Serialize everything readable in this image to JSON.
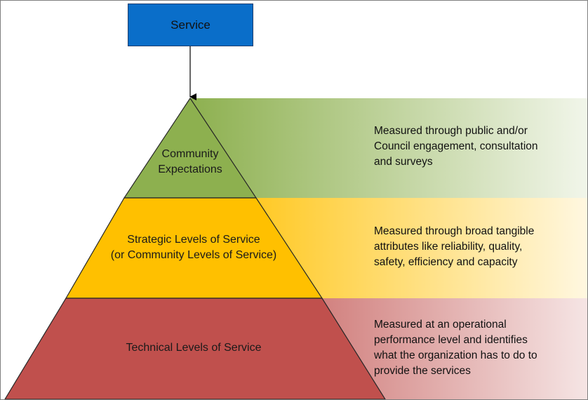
{
  "service": {
    "label": "Service"
  },
  "tiers": [
    {
      "id": "community",
      "label_lines": [
        "Community",
        "Expectations"
      ],
      "description_lines": [
        "Measured through public and/or",
        "Council engagement, consultation",
        "and surveys"
      ],
      "fill": "#8db04f",
      "band_color": "#8db04f"
    },
    {
      "id": "strategic",
      "label_lines": [
        "Strategic Levels of Service",
        "(or Community Levels of Service)"
      ],
      "description_lines": [
        "Measured through broad tangible",
        "attributes like reliability, quality,",
        "safety, efficiency and capacity"
      ],
      "fill": "#ffc000",
      "band_color": "#ffc000"
    },
    {
      "id": "technical",
      "label_lines": [
        "Technical Levels of Service"
      ],
      "description_lines": [
        "Measured at an operational",
        "performance level and identifies",
        "what the organization has to do to",
        "provide the services"
      ],
      "fill": "#c0504d",
      "band_color": "#c0504d"
    }
  ]
}
